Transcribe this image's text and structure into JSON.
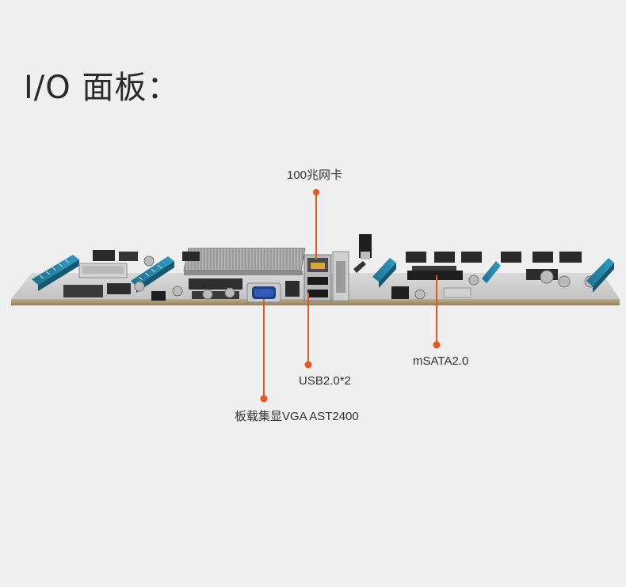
{
  "title": "I/O 面板：",
  "accent_color": "#e8571e",
  "labels": {
    "nic": "100兆网卡",
    "usb": "USB2.0*2",
    "msata": "mSATA2.0",
    "vga": "板载集显VGA AST2400"
  }
}
